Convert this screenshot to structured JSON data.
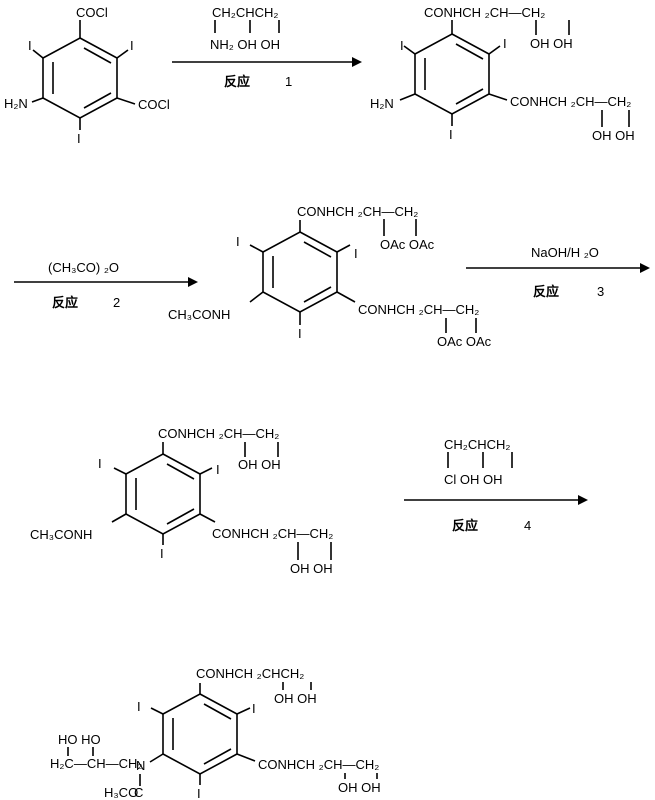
{
  "compounds": {
    "c1": {
      "sub_top": "COCl",
      "sub_right": "COCl",
      "amino": "H₂N",
      "iodo": "I"
    },
    "c2": {
      "side_top": "CONHCH ₂CH—CH₂",
      "side_top_oh": "OH   OH",
      "side_right": "CONHCH ₂CH—CH₂",
      "side_right_oh": "OH   OH",
      "amino": "H₂N",
      "iodo": "I"
    },
    "c3": {
      "side_top": "CONHCH ₂CH—CH₂",
      "side_top_oac": "OAc  OAc",
      "side_right": "CONHCH ₂CH—CH₂",
      "side_right_oac": "OAc  OAc",
      "acetamido": "CH₃CONH",
      "iodo": "I"
    },
    "c4": {
      "side_top": "CONHCH ₂CH—CH₂",
      "side_top_oh": "OH   OH",
      "side_right": "CONHCH ₂CH—CH₂",
      "side_right_oh": "OH   OH",
      "acetamido": "CH₃CONH",
      "iodo": "I"
    },
    "c5": {
      "side_top": "CONHCH ₂CHCH₂",
      "side_top_oh": "OH  OH",
      "side_right": "CONHCH ₂CH—CH₂",
      "side_right_oh": "OH   OH",
      "n_label": "N",
      "left_oh": "HO HO",
      "left_chain": "H₂C—CH—CH₂",
      "acetyl": "H₃CO",
      "acetyl_c": "C",
      "iodo": "I"
    }
  },
  "reactions": [
    {
      "reagent_line1": "CH₂CHCH₂",
      "reagent_line2": "NH₂ OH  OH",
      "label": "反应",
      "number": "1"
    },
    {
      "reagent_line1": "(CH₃CO) ₂O",
      "label": "反应",
      "number": "2"
    },
    {
      "reagent_line1": "NaOH/H ₂O",
      "label": "反应",
      "number": "3"
    },
    {
      "reagent_line1": "CH₂CHCH₂",
      "reagent_line2": "Cl  OH  OH",
      "label": "反应",
      "number": "4"
    }
  ]
}
